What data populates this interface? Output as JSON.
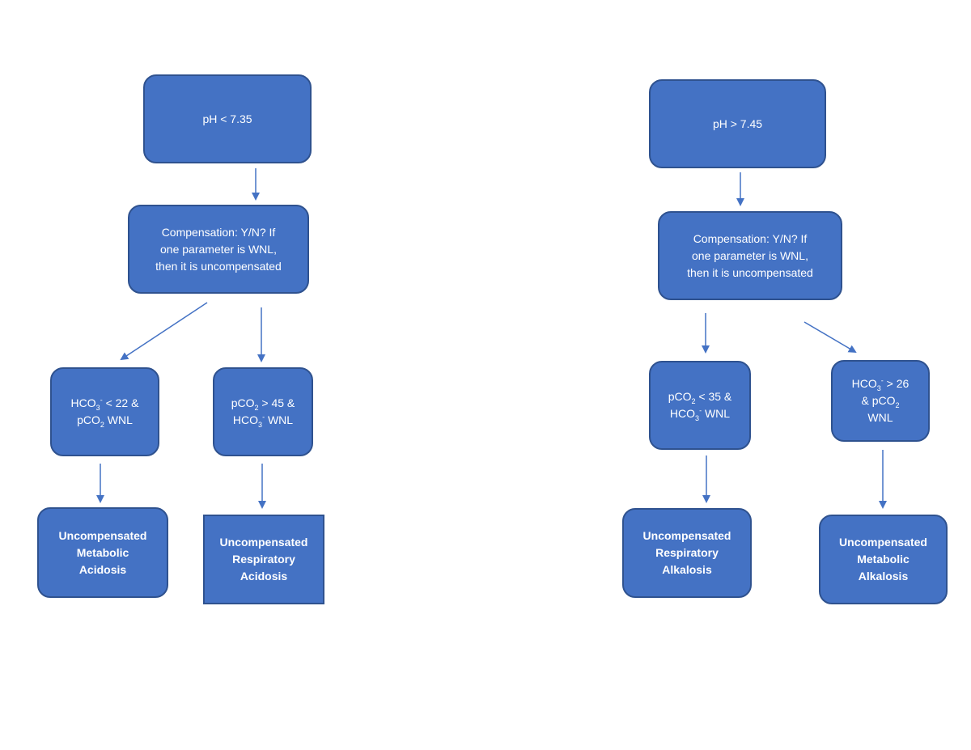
{
  "left": {
    "start": "pH < 7.35",
    "compensation": [
      "Compensation: Y/N? If",
      "one parameter is WNL,",
      "then it is uncompensated"
    ],
    "branch_a": {
      "line1_base": "HCO",
      "line1_sub": "3",
      "line1_sup": "-",
      "line1_rest": " < 22 &",
      "line2_base": "pCO",
      "line2_sub": "2",
      "line2_rest": " WNL"
    },
    "branch_b": {
      "line1_base": "pCO",
      "line1_sub": "2",
      "line1_rest": " > 45 &",
      "line2_base": "HCO",
      "line2_sub": "3",
      "line2_sup": "-",
      "line2_rest": " WNL"
    },
    "result_a": [
      "Uncompensated",
      "Metabolic",
      "Acidosis"
    ],
    "result_b": [
      "Uncompensated",
      "Respiratory",
      "Acidosis"
    ]
  },
  "right": {
    "start": "pH > 7.45",
    "compensation": [
      "Compensation: Y/N? If",
      "one parameter is WNL,",
      "then it is uncompensated"
    ],
    "branch_a": {
      "line1_base": "pCO",
      "line1_sub": "2",
      "line1_rest": " < 35 &",
      "line2_base": "HCO",
      "line2_sub": "3",
      "line2_sup": "-",
      "line2_rest": " WNL"
    },
    "branch_b": {
      "line1_base": "HCO",
      "line1_sub": "3",
      "line1_sup": "-",
      "line1_rest": " > 26",
      "line2_base": "& pCO",
      "line2_sub": "2",
      "line3": "WNL"
    },
    "result_a": [
      "Uncompensated",
      "Respiratory",
      "Alkalosis"
    ],
    "result_b": [
      "Uncompensated",
      "Metabolic",
      "Alkalosis"
    ]
  },
  "colors": {
    "node_fill": "#4472c4",
    "node_border": "#2f528f",
    "arrow": "#4472c4",
    "text": "#ffffff"
  }
}
